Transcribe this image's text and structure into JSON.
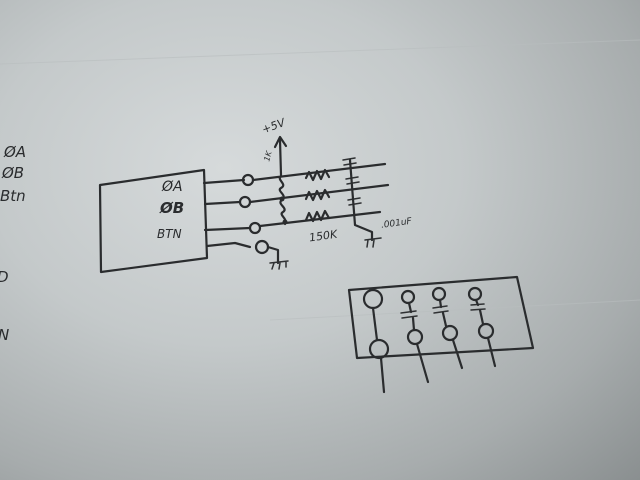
{
  "left_margin_labels": [
    "ØA",
    "ØB",
    "Btn",
    "D",
    "N"
  ],
  "block_pins": [
    "ØA",
    "ØB",
    "BTN"
  ],
  "supply_label": "+5V",
  "pullup_mark": "1K",
  "resistor_value": "150K",
  "capacitor_value": ".001uF"
}
